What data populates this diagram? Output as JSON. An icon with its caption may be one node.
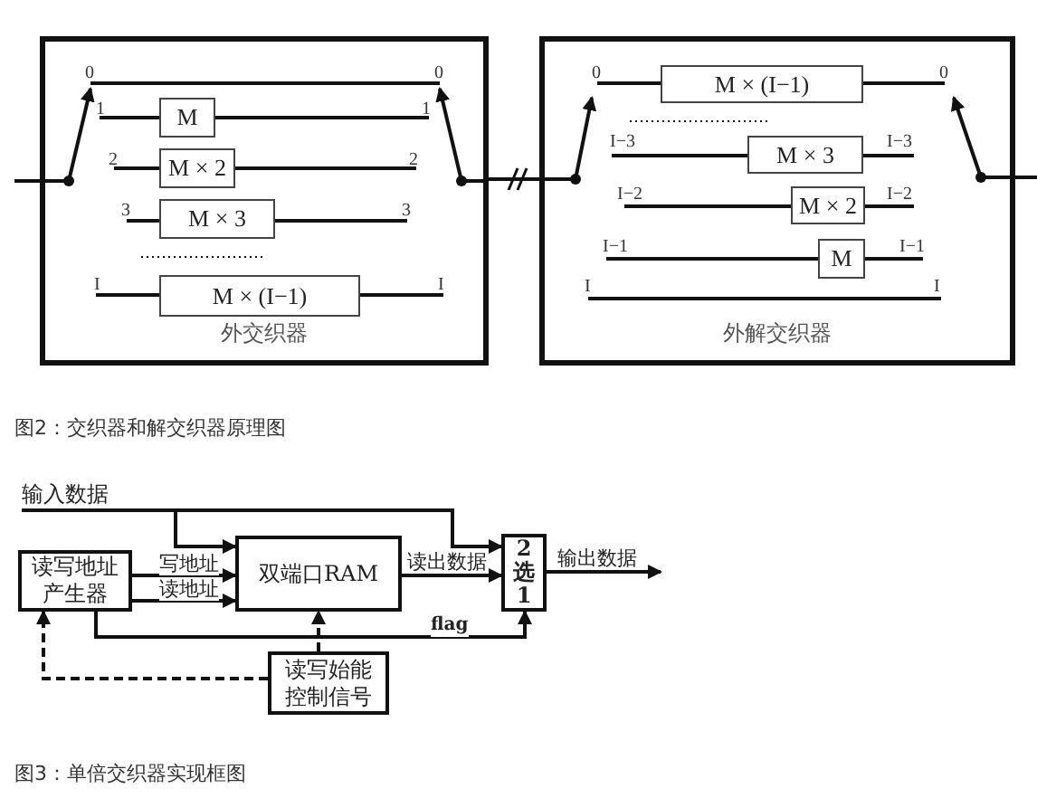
{
  "diagram": {
    "nodes": [
      {
        "text": [
          "外交织器"
        ]
      },
      {
        "text": [
          "M"
        ],
        "in": 0
      },
      {
        "text": [
          "M × 2"
        ],
        "in": 0
      },
      {
        "text": [
          "M × 3"
        ],
        "in": 0
      },
      {
        "text": [
          "M × (I−1)"
        ],
        "in": 0
      },
      {
        "text": [
          "外解交织器"
        ]
      },
      {
        "text": [
          "M × (I−1)"
        ],
        "in": 5
      },
      {
        "text": [
          "M × 3"
        ],
        "in": 5
      },
      {
        "text": [
          "M × 2"
        ],
        "in": 5
      },
      {
        "text": [
          "M"
        ],
        "in": 5
      },
      {
        "text": [
          "输入数据"
        ]
      },
      {
        "text": [
          "读写地址产生器"
        ]
      },
      {
        "text": [
          "双端口RAM"
        ]
      },
      {
        "text": [
          "2选1"
        ]
      },
      {
        "text": [
          "读写始能控制信号"
        ]
      }
    ],
    "edges": [
      {
        "from": 0,
        "to": 5,
        "arrow": "none"
      },
      {
        "from": 10,
        "to": 12,
        "arrow": "to"
      },
      {
        "from": 10,
        "to": 13,
        "arrow": "to"
      },
      {
        "from": 11,
        "to": 12,
        "arrow": "to",
        "label": "写地址"
      },
      {
        "from": 11,
        "to": 12,
        "arrow": "to",
        "label": "读地址"
      },
      {
        "from": 12,
        "to": 13,
        "arrow": "to",
        "label": "读出数据"
      },
      {
        "from": 11,
        "to": 13,
        "arrow": "to",
        "label": "flag"
      },
      {
        "from": 14,
        "to": 12,
        "arrow": "to",
        "style": "dashed"
      },
      {
        "from": 14,
        "to": 11,
        "arrow": "to",
        "style": "dashed"
      },
      {
        "from": 13,
        "to": null,
        "arrow": "to",
        "label": "输出数据"
      }
    ],
    "labels": [
      "0",
      "0",
      "1",
      "1",
      "2",
      "2",
      "3",
      "3",
      "I",
      "I",
      "0",
      "0",
      "I−3",
      "I−3",
      "I−2",
      "I−2",
      "I−1",
      "I−1",
      "I",
      "I",
      "图2：交织器和解交织器原理图",
      "图3：单倍交织器实现框图"
    ]
  }
}
